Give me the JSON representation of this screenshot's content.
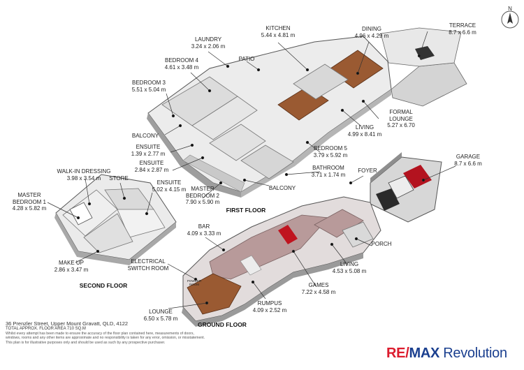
{
  "rooms": {
    "kitchen": {
      "name": "KITCHEN",
      "dims": "5.44 x 4.81 m"
    },
    "dining": {
      "name": "DINING",
      "dims": "4.96 x 4.29 m"
    },
    "terrace": {
      "name": "TERRACE",
      "dims": "8.7 x 6.6 m"
    },
    "laundry": {
      "name": "LAUNDRY",
      "dims": "3.24 x 2.06 m"
    },
    "patio": {
      "name": "PATIO"
    },
    "bedroom4": {
      "name": "BEDROOM 4",
      "dims": "4.61 x 3.48 m"
    },
    "bedroom3": {
      "name": "BEDROOM 3",
      "dims": "5.51 x 5.04 m"
    },
    "formal_lounge": {
      "name1": "FORMAL",
      "name2": "LOUNGE",
      "dims": "5.27 x 6.70"
    },
    "living1": {
      "name": "LIVING",
      "dims": "4.99 x 8.41 m"
    },
    "balcony1": {
      "name": "BALCONY"
    },
    "ensuite1": {
      "name": "ENSUITE",
      "dims": "1.39 x 2.77 m"
    },
    "ensuite2": {
      "name": "ENSUITE",
      "dims": "2.84 x 2.87 m"
    },
    "bedroom5": {
      "name": "BEDROOM 5",
      "dims": "3.79 x 5.92 m"
    },
    "bathroom": {
      "name": "BATHROOM",
      "dims": "3.71 x 1.74 m"
    },
    "foyer": {
      "name": "FOYER"
    },
    "garage": {
      "name": "GARAGE",
      "dims": "8.7 x 6.6 m"
    },
    "walkin": {
      "name": "WALK-IN DRESSING",
      "dims": "3.98 x 3.54 m"
    },
    "store": {
      "name": "STORE"
    },
    "ensuite3": {
      "name": "ENSUITE",
      "dims": "5.02 x 4.15 m"
    },
    "master1": {
      "name1": "MASTER",
      "name2": "BEDROOM 1",
      "dims": "4.28 x 5.82 m"
    },
    "master2": {
      "name1": "MASTER",
      "name2": "BEDROOM 2",
      "dims": "7.90 x 5.90 m"
    },
    "balcony2": {
      "name": "BALCONY"
    },
    "bar": {
      "name": "BAR",
      "dims": "4.09 x 3.33 m"
    },
    "porch": {
      "name": "PORCH"
    },
    "makeup": {
      "name": "MAKE UP",
      "dims": "2.86 x 3.47 m"
    },
    "electrical": {
      "name1": "ELECTRICAL",
      "name2": "SWITCH ROOM"
    },
    "living2": {
      "name": "LIVING",
      "dims": "4.53 x 5.08 m"
    },
    "powder": {
      "name1": "POWDER",
      "name2": "ROOM"
    },
    "games": {
      "name": "GAMES",
      "dims": "7.22 x 4.58 m"
    },
    "rumpus": {
      "name": "RUMPUS",
      "dims": "4.09 x 2.52 m"
    },
    "lounge": {
      "name": "LOUNGE",
      "dims": "6.50 x 5.78 m"
    }
  },
  "floors": {
    "first": "FIRST FLOOR",
    "second": "SECOND FLOOR",
    "ground": "GROUND FLOOR"
  },
  "compass": {
    "letter": "N"
  },
  "footer": {
    "address": "36 Prenzler Street, Upper Mount Gravatt, QLD, 4122",
    "total_area": "TOTAL APPROX. FLOOR AREA 710 SQ.M",
    "disclaimer1": "Whilst every attempt has been made to ensure the accuracy of the floor plan contained here, measurements of doors,",
    "disclaimer2": "windows, rooms and any other items are approximate and no responsibility is taken for any error, omission, or misstatement.",
    "disclaimer3": "This plan is for illustrative purposes only and should be used as such by any prospective purchaser."
  },
  "brand": {
    "re": "RE",
    "slash": "/",
    "max": "MAX",
    "rev": "Revolution"
  },
  "colors": {
    "wood": "#9a5a32",
    "carpet": "#b89a9a",
    "tile": "#dcdcdc",
    "wall": "#8c8c8c",
    "brand_red": "#dc1c2e",
    "brand_blue": "#1a3f8f"
  }
}
